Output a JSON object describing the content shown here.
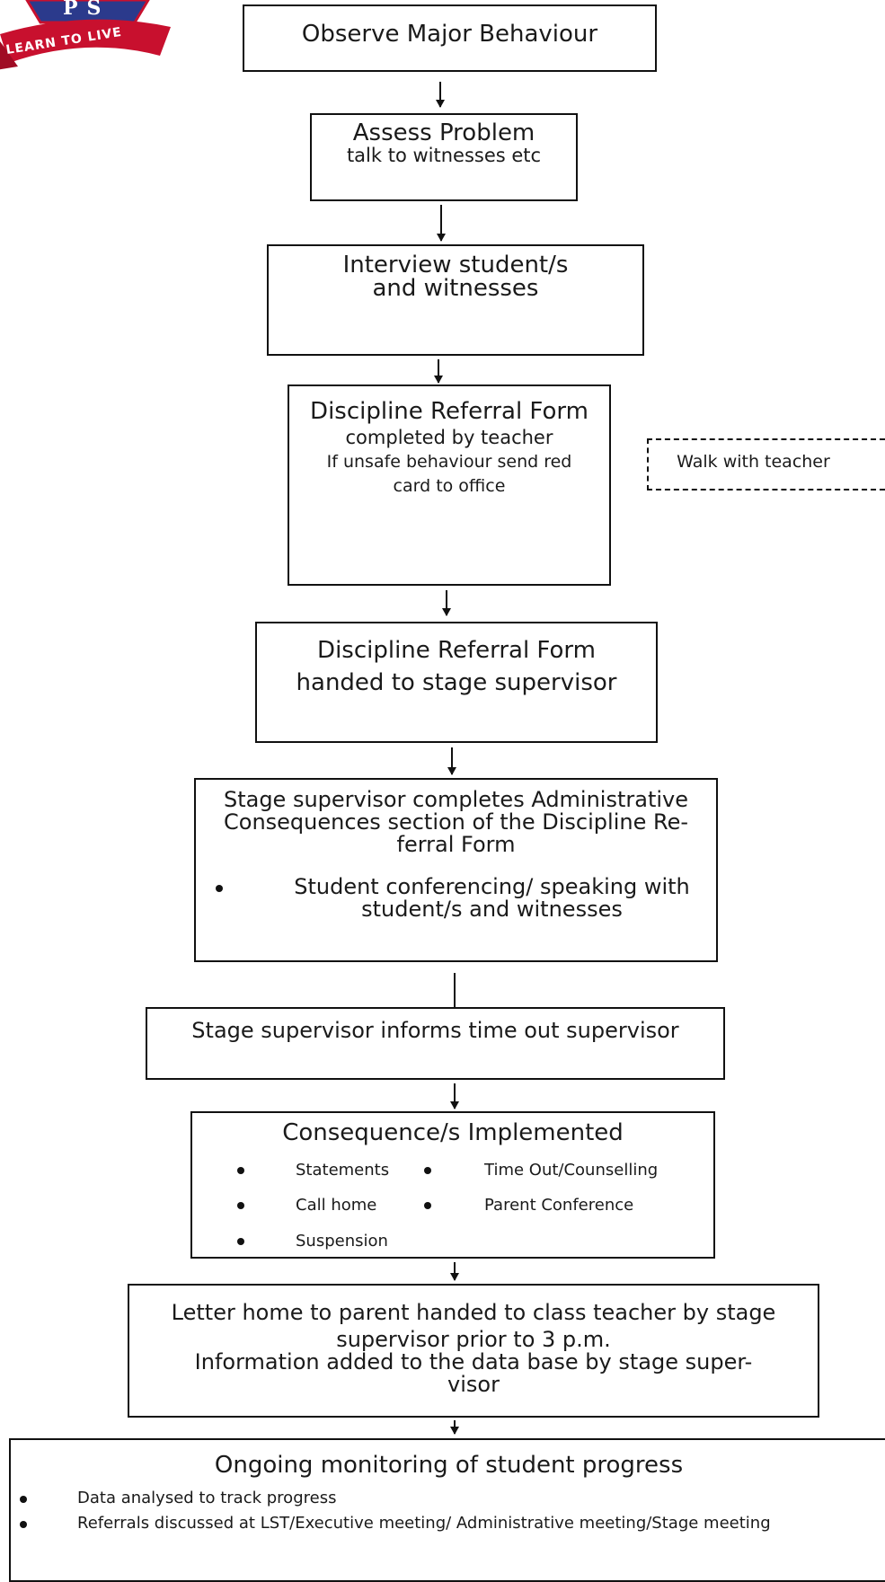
{
  "logo": {
    "initials": "PS",
    "motto": "LEARN TO LIVE",
    "colors": {
      "shield": "#c8102e",
      "inner": "#2b3a8c"
    }
  },
  "steps": {
    "observe": "Observe Major Behaviour",
    "assess": {
      "title": "Assess Problem",
      "sub": "talk to witnesses etc"
    },
    "interview": {
      "line1": "Interview student/s",
      "line2": "and witnesses"
    },
    "referral": {
      "title": "Discipline Referral Form",
      "sub": "completed by teacher",
      "note1": "If unsafe behaviour send red",
      "note2": "card to office"
    },
    "walk": "Walk with teacher",
    "handed": {
      "line1": "Discipline Referral Form",
      "line2": "handed to stage supervisor"
    },
    "supervisor": {
      "line1": "Stage supervisor  completes Administrative",
      "line2": "Consequences section of the Discipline Re-",
      "line3": "ferral Form",
      "bullet1": "Student conferencing/ speaking with",
      "bullet2": "student/s and witnesses"
    },
    "timeout": "Stage supervisor informs time out supervisor",
    "consequence": {
      "title": "Consequence/s Implemented",
      "items": [
        "Statements",
        "Time Out/Counselling",
        "Call home",
        "Parent Conference",
        "Suspension"
      ]
    },
    "letter": {
      "line1": "Letter home to parent handed to class teacher by stage",
      "line2": "supervisor prior to 3 p.m.",
      "line3": "Information added to the data base by stage super-",
      "line4": "visor"
    },
    "monitoring": {
      "title": "Ongoing monitoring of student progress",
      "items": [
        "Data analysed to track progress",
        "Referrals discussed at LST/Executive meeting/ Administrative meeting/Stage meeting"
      ]
    }
  }
}
